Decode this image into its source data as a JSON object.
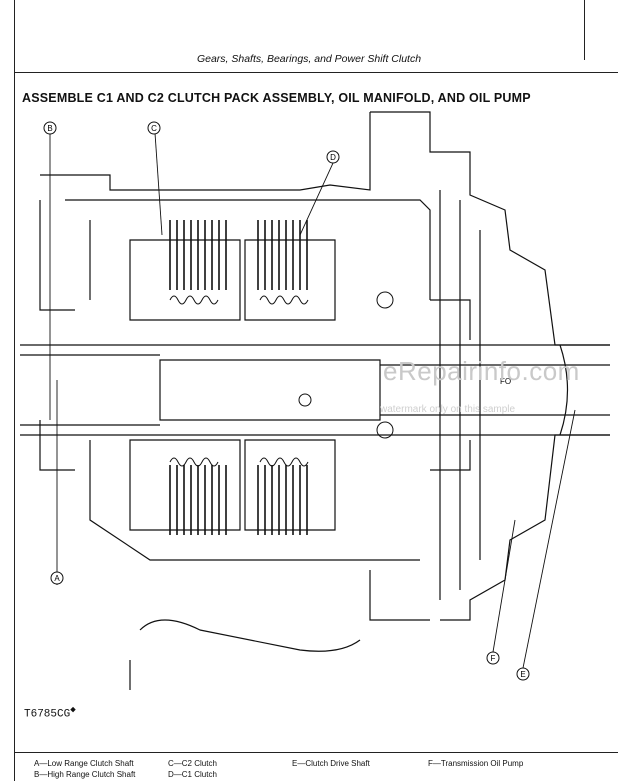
{
  "header": {
    "section_title": "Gears, Shafts, Bearings, and Power Shift Clutch"
  },
  "figure": {
    "title": "ASSEMBLE C1 AND C2 CLUTCH PACK ASSEMBLY, OIL MANIFOLD, AND OIL PUMP",
    "figure_id": "T6785CG",
    "callouts": [
      "A",
      "B",
      "C",
      "D",
      "E",
      "F"
    ],
    "shaft_label": "FO"
  },
  "legend": {
    "col1": [
      "A—Low Range Clutch Shaft",
      "B—High Range Clutch Shaft"
    ],
    "col2": [
      "C—C2 Clutch",
      "D—C1 Clutch"
    ],
    "col3": [
      "E—Clutch Drive Shaft"
    ],
    "col4": [
      "F—Transmission Oil Pump"
    ]
  },
  "watermark": {
    "main": "eRepairinfo.com",
    "sub": "watermark only on this sample"
  }
}
